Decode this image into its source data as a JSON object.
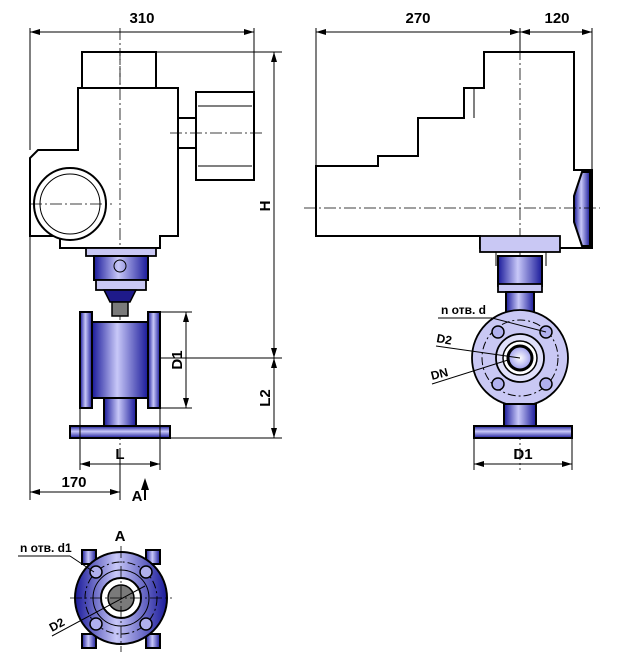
{
  "dimensions": {
    "width_total": "310",
    "height_total": "H",
    "flange_diameter": "D1",
    "height_lower": "L2",
    "length": "L",
    "offset": "170",
    "view_marker": "A",
    "side_width_left": "270",
    "side_width_right": "120",
    "side_flange_diameter": "D1"
  },
  "callouts": {
    "holes": "n отв. d",
    "bolt_circle": "D2",
    "nominal_diameter": "DN"
  },
  "view_a": {
    "title": "A",
    "holes": "n отв. d1",
    "bolt_circle": "D2"
  },
  "colors": {
    "valve_body": "#3b3bd0",
    "valve_light": "#c9c8f4",
    "valve_dark": "#1e1a8a"
  }
}
